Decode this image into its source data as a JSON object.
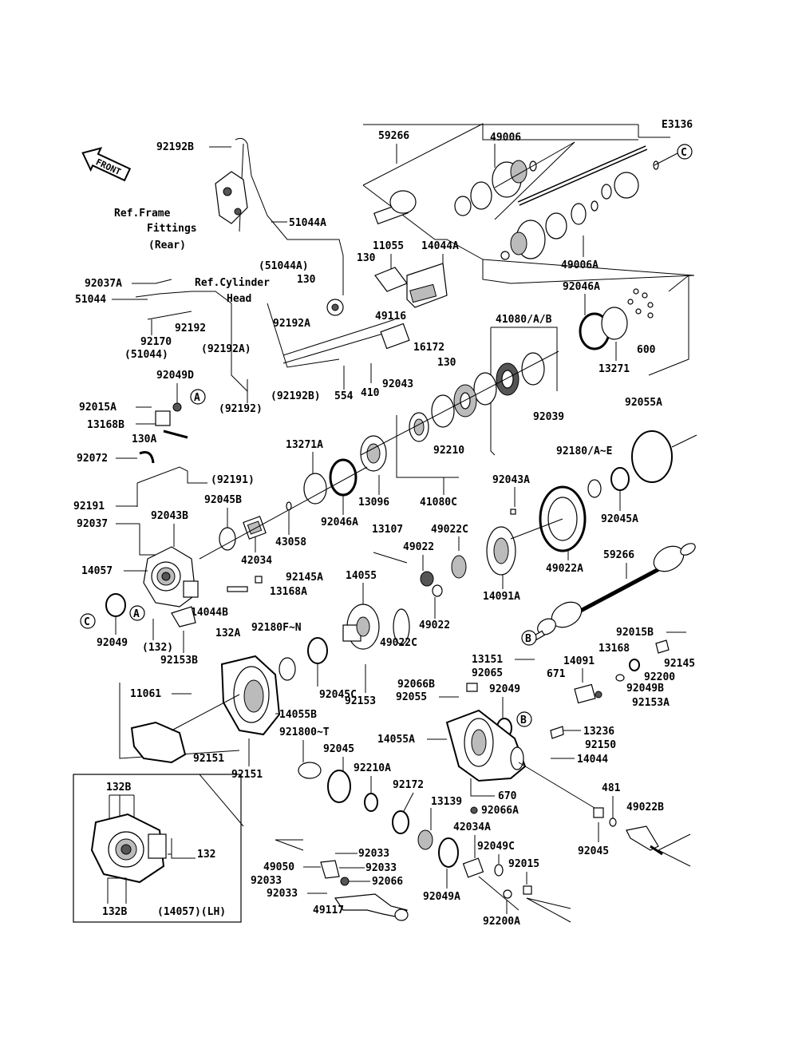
{
  "diagram_id": "E3136",
  "front_label": "FRONT",
  "labels": {
    "l59266": "59266",
    "l49006": "49006",
    "l49006A": "49006A",
    "lC1": "C",
    "l92192B": "92192B",
    "l51044A": "51044A",
    "l51044Ap": "(51044A)",
    "refFrame1": "Ref.Frame",
    "refFrame2": "Fittings",
    "refFrame3": "(Rear)",
    "l11055": "11055",
    "l14044A": "14044A",
    "l130a": "130",
    "l130b": "130",
    "l92037A": "92037A",
    "l51044": "51044",
    "refCyl1": "Ref.Cylinder",
    "refCyl2": "Head",
    "l92192": "92192",
    "l92170": "92170",
    "l51044p": "(51044)",
    "l92192Ap": "(92192A)",
    "l92192A": "92192A",
    "l49116": "49116",
    "l16172": "16172",
    "l130c": "130",
    "l92043": "92043",
    "l410": "410",
    "l554": "554",
    "l92192Bp": "(92192B)",
    "l92192p": "(92192)",
    "l92046A": "92046A",
    "l13271": "13271",
    "l600": "600",
    "l41080AB": "41080/A/B",
    "l92039": "92039",
    "l92210": "92210",
    "l41080C": "41080C",
    "l92055A": "92055A",
    "l92049D": "92049D",
    "lA1": "A",
    "l92015A": "92015A",
    "l13168B": "13168B",
    "l130A": "130A",
    "l92072": "92072",
    "l13271A": "13271A",
    "l92191p": "(92191)",
    "l92191": "92191",
    "l92045B": "92045B",
    "l92043B": "92043B",
    "l92037": "92037",
    "l42034": "42034",
    "l43058": "43058",
    "l92046A2": "92046A",
    "l13096": "13096",
    "l92180AE": "92180/A~E",
    "l92043A": "92043A",
    "l92045A": "92045A",
    "l13107": "13107",
    "l49022C": "49022C",
    "l49022": "49022",
    "l49022A": "49022A",
    "l14091A": "14091A",
    "l59266b": "59266",
    "l14057": "14057",
    "l92145A": "92145A",
    "l13168A": "13168A",
    "l14055": "14055",
    "l49022b": "49022",
    "lC2": "C",
    "lA2": "A",
    "l92049": "92049",
    "l14044B": "14044B",
    "l132p": "(132)",
    "l132A": "132A",
    "l92180FN": "92180F~N",
    "l49022C2": "49022C",
    "lB1": "B",
    "l92015B": "92015B",
    "l92153B": "92153B",
    "l13168": "13168",
    "l92145": "92145",
    "l13151": "13151",
    "l14091": "14091",
    "l92065": "92065",
    "l671": "671",
    "l92200": "92200",
    "l92066B": "92066B",
    "l92049b": "92049",
    "l92049B": "92049B",
    "l92055": "92055",
    "l92153A": "92153A",
    "l11061": "11061",
    "l92045C": "92045C",
    "l92153": "92153",
    "l14055B": "14055B",
    "lB2": "B",
    "l14055A": "14055A",
    "l13236": "13236",
    "l921800T": "921800~T",
    "l92150": "92150",
    "l92045": "92045",
    "l92151a": "92151",
    "l92151b": "92151",
    "l14044": "14044",
    "l92210A": "92210A",
    "l92172": "92172",
    "l670": "670",
    "l481": "481",
    "l132B1": "132B",
    "l49022B": "49022B",
    "l13139": "13139",
    "l92066A": "92066A",
    "l42034A": "42034A",
    "l132": "132",
    "l92045b": "92045",
    "l92033a": "92033",
    "l49050": "49050",
    "l92033b": "92033",
    "l92049C": "92049C",
    "l92015": "92015",
    "l92033c": "92033",
    "l92066": "92066",
    "l92033d": "92033",
    "l92049A": "92049A",
    "l132B2": "132B",
    "l14057LH": "(14057)(LH)",
    "l49117": "49117",
    "l92200A": "92200A"
  }
}
